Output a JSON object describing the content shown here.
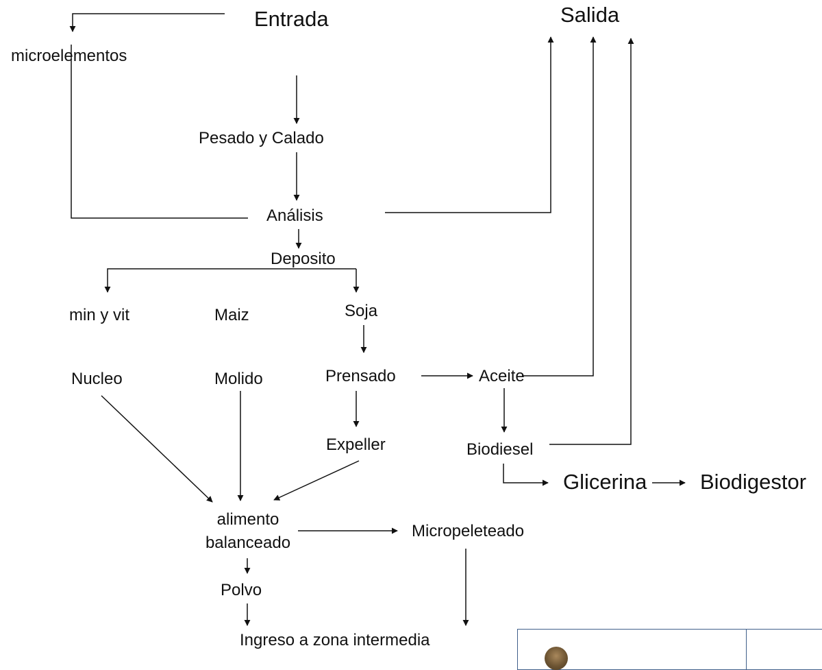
{
  "nodes": {
    "entrada": "Entrada",
    "salida": "Salida",
    "microelementos": "microelementos",
    "pesado_calado": "Pesado y Calado",
    "analisis": "Análisis",
    "deposito": "Deposito",
    "min_vit": "min y vit",
    "maiz": "Maiz",
    "soja": "Soja",
    "nucleo": "Nucleo",
    "molido": "Molido",
    "prensado": "Prensado",
    "aceite": "Aceite",
    "expeller": "Expeller",
    "biodiesel": "Biodiesel",
    "glicerina": "Glicerina",
    "biodigestor": "Biodigestor",
    "alimento_1": "alimento",
    "alimento_2": "balanceado",
    "micropeleteado": "Micropeleteado",
    "polvo": "Polvo",
    "ingreso": "Ingreso a zona intermedia"
  },
  "colors": {
    "line": "#111111",
    "corner_border": "#3f5f8a"
  }
}
